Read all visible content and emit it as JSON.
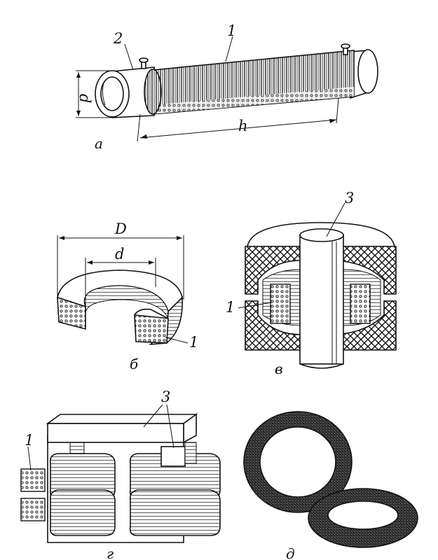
{
  "figures": {
    "a": {
      "caption": "а",
      "labels": {
        "winding": "1",
        "tube": "2",
        "diameter": "d",
        "length": "h"
      }
    },
    "b": {
      "caption": "б",
      "labels": {
        "outer": "D",
        "inner": "d",
        "winding": "1"
      }
    },
    "v": {
      "caption": "в",
      "labels": {
        "core": "3",
        "winding": "1"
      }
    },
    "g": {
      "caption": "г",
      "labels": {
        "winding": "1",
        "core": "3"
      }
    },
    "d": {
      "caption": "д"
    }
  }
}
